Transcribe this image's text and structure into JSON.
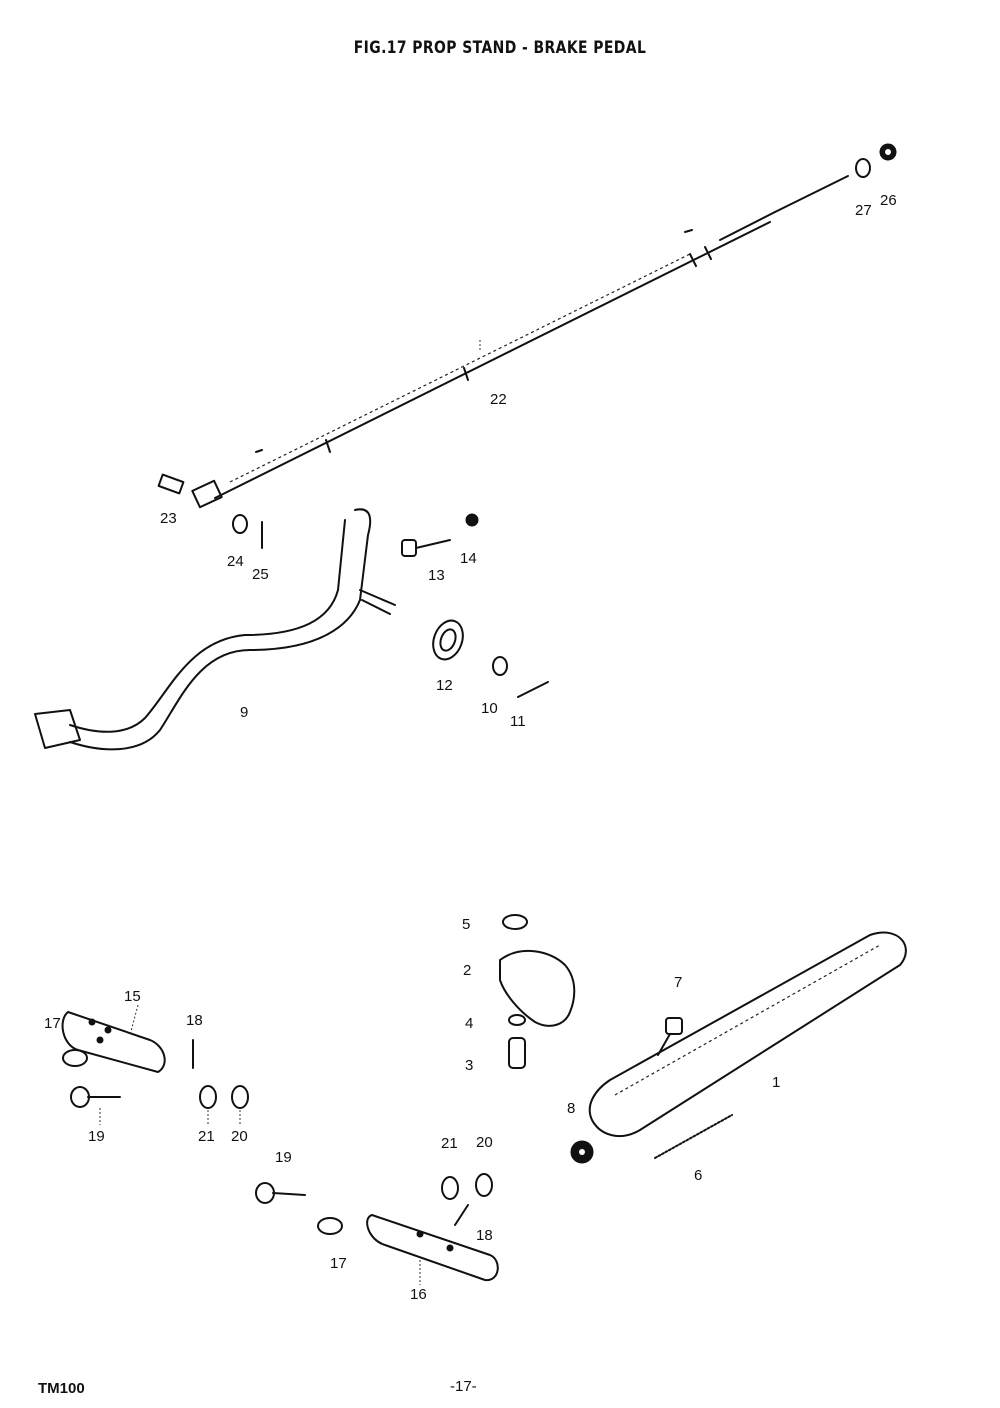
{
  "title": "FIG.17  PROP STAND - BRAKE PEDAL",
  "footer": {
    "model": "TM100",
    "page": "-17-"
  },
  "callouts": {
    "c22": "22",
    "c27": "27",
    "c26": "26",
    "c23": "23",
    "c24": "24",
    "c25": "25",
    "c13": "13",
    "c14": "14",
    "c9": "9",
    "c12": "12",
    "c10": "10",
    "c11": "11",
    "c5a": "5",
    "c2": "2",
    "c4": "4",
    "c3": "3",
    "c7": "7",
    "c1": "1",
    "c8": "8",
    "c6": "6",
    "c15": "15",
    "c17a": "17",
    "c18a": "18",
    "c19a": "19",
    "c21a": "21",
    "c20a": "20",
    "c19b": "19",
    "c21b": "21",
    "c20b": "20",
    "c18b": "18",
    "c17b": "17",
    "c16": "16"
  }
}
